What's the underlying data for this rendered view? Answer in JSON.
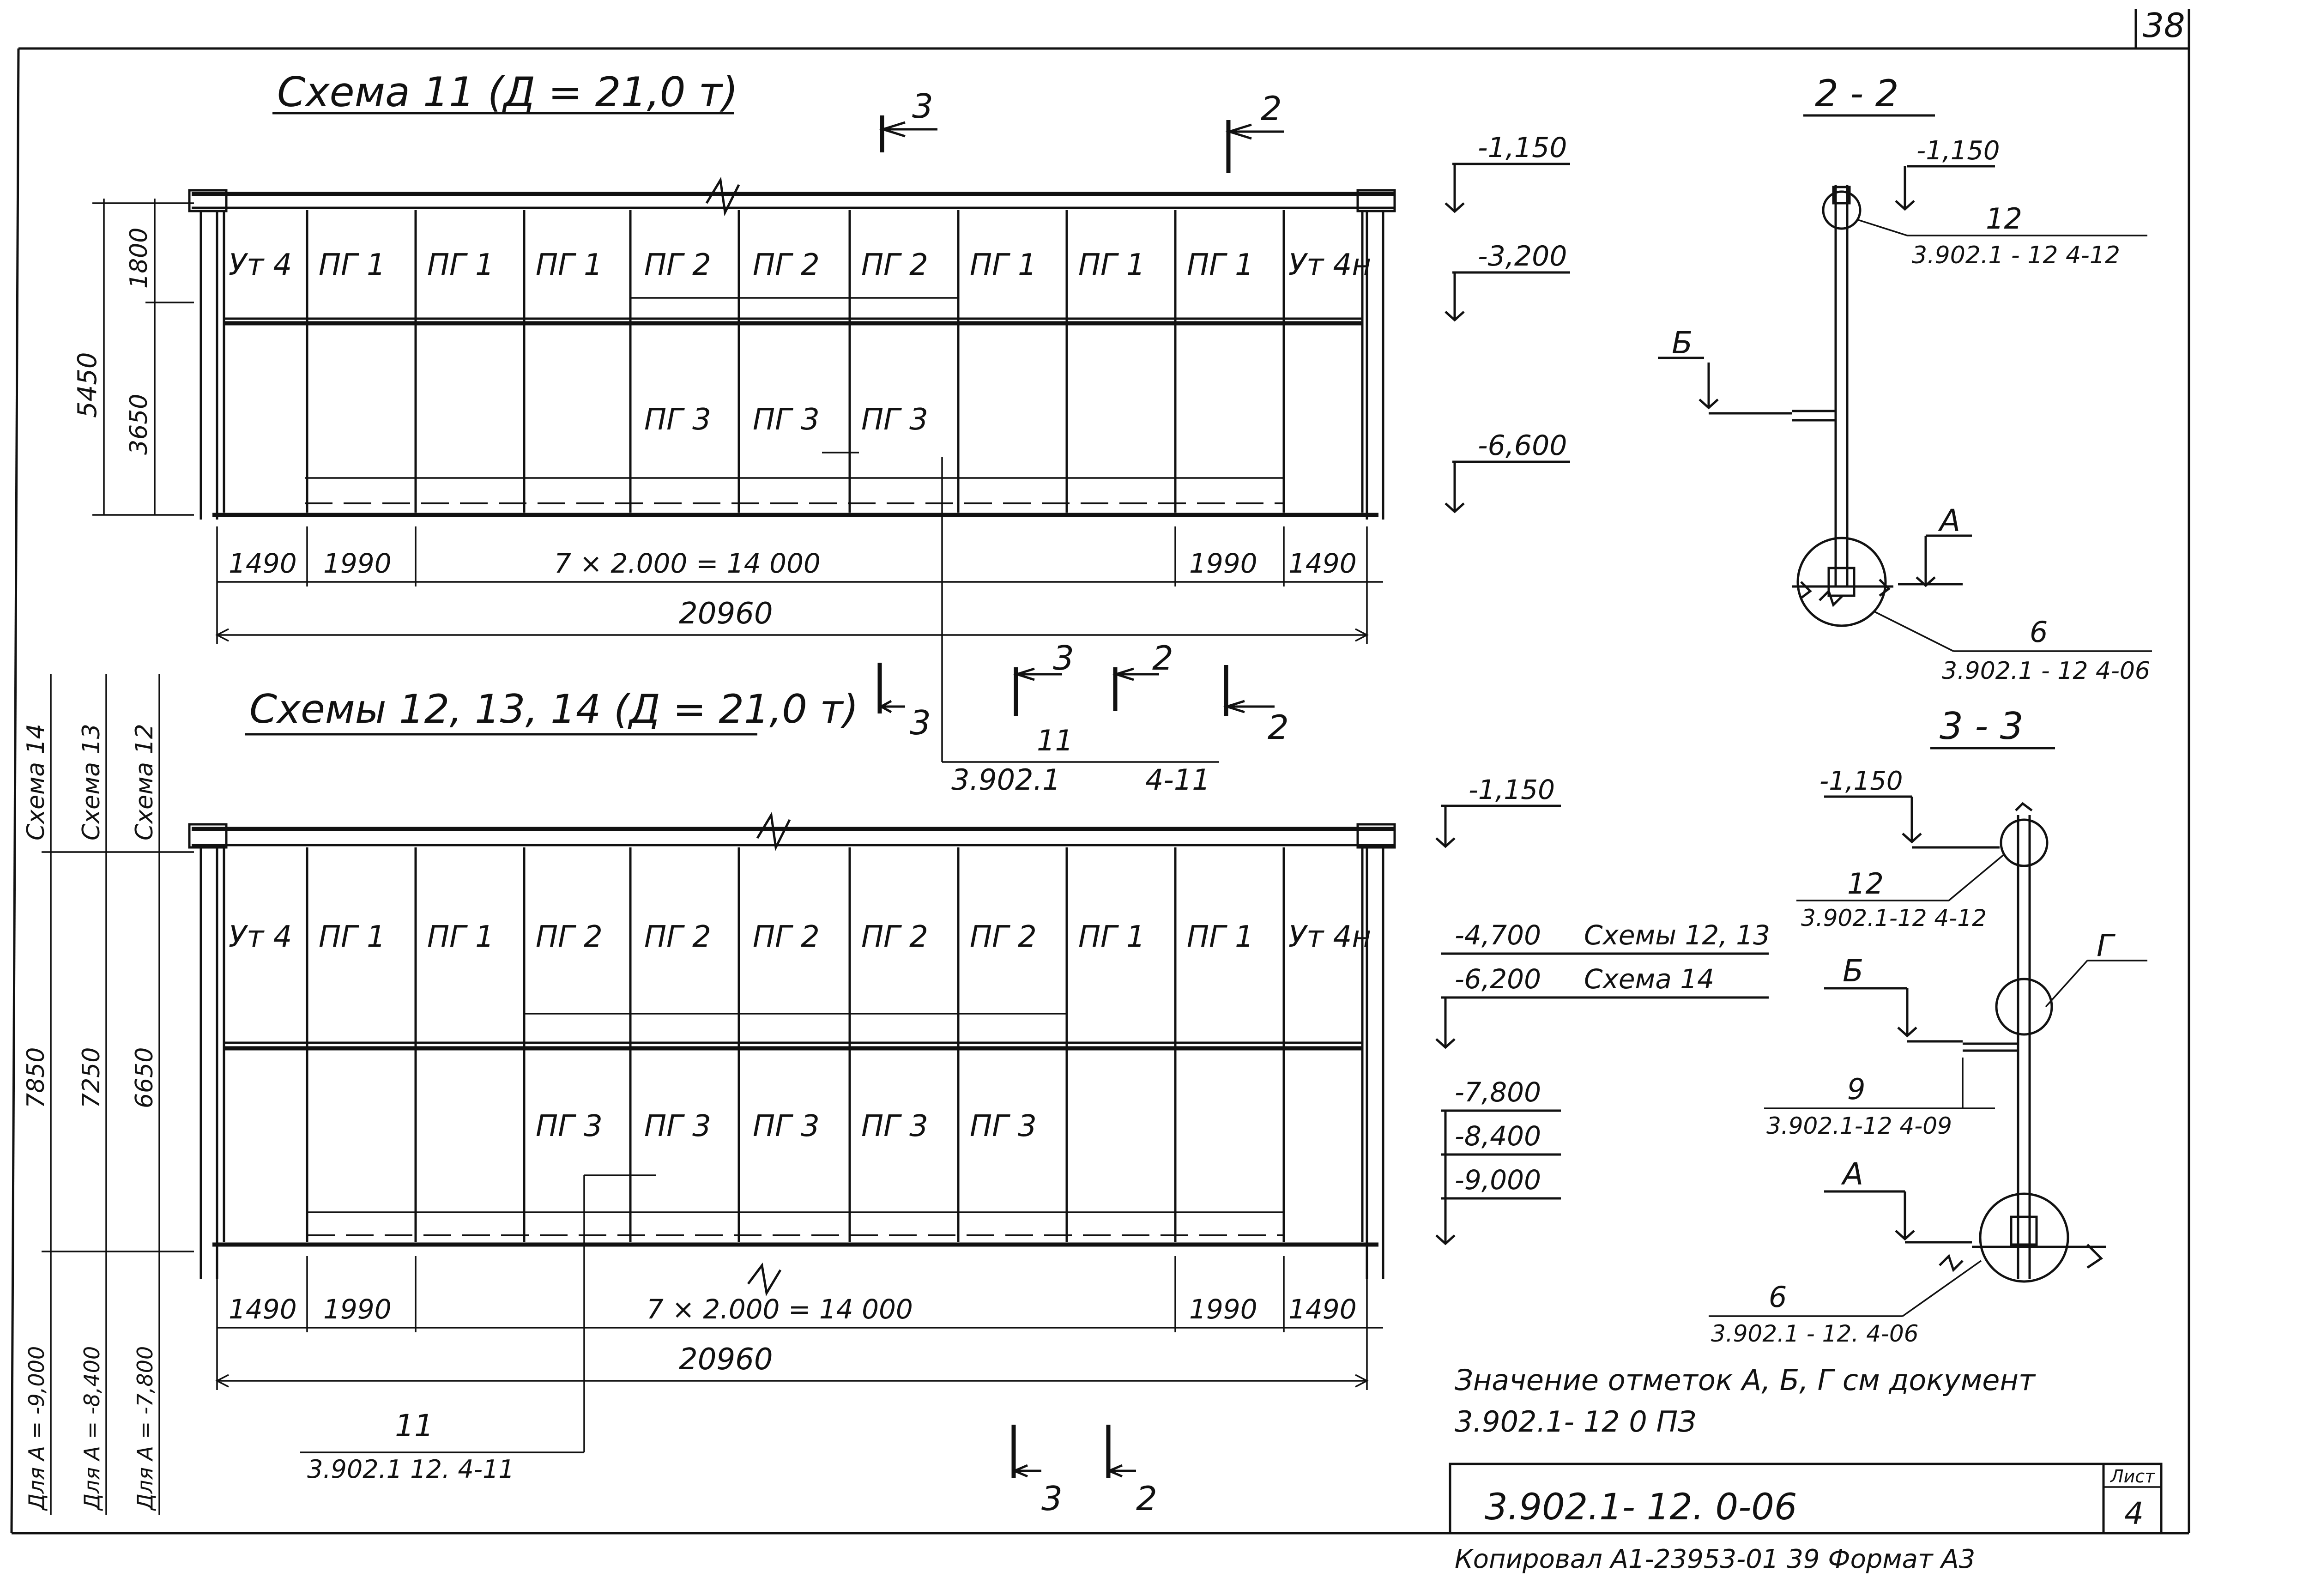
{
  "sheet": {
    "page_number": "38",
    "list_label": "Лист",
    "list_number": "4"
  },
  "schema11": {
    "title": "Схема 11 (Д = 21,0 т)",
    "levels": [
      "-1,150",
      "-3,200",
      "-6,600"
    ],
    "row1": [
      "Ут 4",
      "ПГ 1",
      "ПГ 1",
      "ПГ 1",
      "ПГ 2",
      "ПГ 2",
      "ПГ 2",
      "ПГ 1",
      "ПГ 1",
      "ПГ 1",
      "Ут 4н"
    ],
    "row2": [
      "ПГ 3",
      "ПГ 3",
      "ПГ 3"
    ],
    "vdims": [
      "1800",
      "3650",
      "5450"
    ],
    "hdims": [
      "1490",
      "1990",
      "7 × 2.000 = 14 000",
      "1990",
      "1490"
    ],
    "total": "20960",
    "section_marks": {
      "left": "3",
      "right": "2"
    },
    "callout": {
      "num": "11",
      "ref": "3.902.1",
      "ref2": "4-11"
    }
  },
  "schema1214": {
    "title": "Схемы 12, 13, 14 (Д = 21,0 т)",
    "side_labels": [
      "Схема 14",
      "Схема 13",
      "Схема 12"
    ],
    "side_heights": [
      "7850",
      "7250",
      "6650"
    ],
    "side_notes": [
      "Для А = -9,000",
      "Для А = -8,400",
      "Для А = -7,800"
    ],
    "levels": [
      "-1,150",
      "-4,700",
      "-6,200",
      "-7,800",
      "-8,400",
      "-9,000"
    ],
    "level_notes": [
      "Схемы 12, 13",
      "Схема 14"
    ],
    "row1": [
      "Ут 4",
      "ПГ 1",
      "ПГ 1",
      "ПГ 2",
      "ПГ 2",
      "ПГ 2",
      "ПГ 2",
      "ПГ 2",
      "ПГ 1",
      "ПГ 1",
      "Ут 4н"
    ],
    "row2": [
      "ПГ 3",
      "ПГ 3",
      "ПГ 3",
      "ПГ 3",
      "ПГ 3"
    ],
    "hdims": [
      "1490",
      "1990",
      "7 × 2.000 = 14 000",
      "1990",
      "1490"
    ],
    "total": "20960",
    "callout": {
      "num": "11",
      "ref": "3.902.1  12.  4-11"
    },
    "section_marks": {
      "left": "3",
      "right": "2"
    }
  },
  "section22": {
    "title": "2 - 2",
    "level": "-1,150",
    "callout12": {
      "num": "12",
      "ref": "3.902.1 - 12  4-12"
    },
    "callout6": {
      "num": "6",
      "ref": "3.902.1 - 12  4-06"
    },
    "mark_b": "Б",
    "mark_a": "А"
  },
  "section33": {
    "title": "3 - 3",
    "level": "-1,150",
    "callout12": {
      "num": "12",
      "ref": "3.902.1-12  4-12"
    },
    "callout9": {
      "num": "9",
      "ref": "3.902.1-12  4-09"
    },
    "callout6": {
      "num": "6",
      "ref": "3.902.1 - 12. 4-06"
    },
    "mark_g": "Г",
    "mark_b": "Б",
    "mark_a": "А"
  },
  "note": {
    "line1": "Значение отметок А, Б, Г см документ",
    "line2": "3.902.1- 12  0 ПЗ"
  },
  "stamp": {
    "code": "3.902.1- 12. 0-06",
    "footer": "Копировал  А1-23953-01   39   Формат  А3"
  }
}
